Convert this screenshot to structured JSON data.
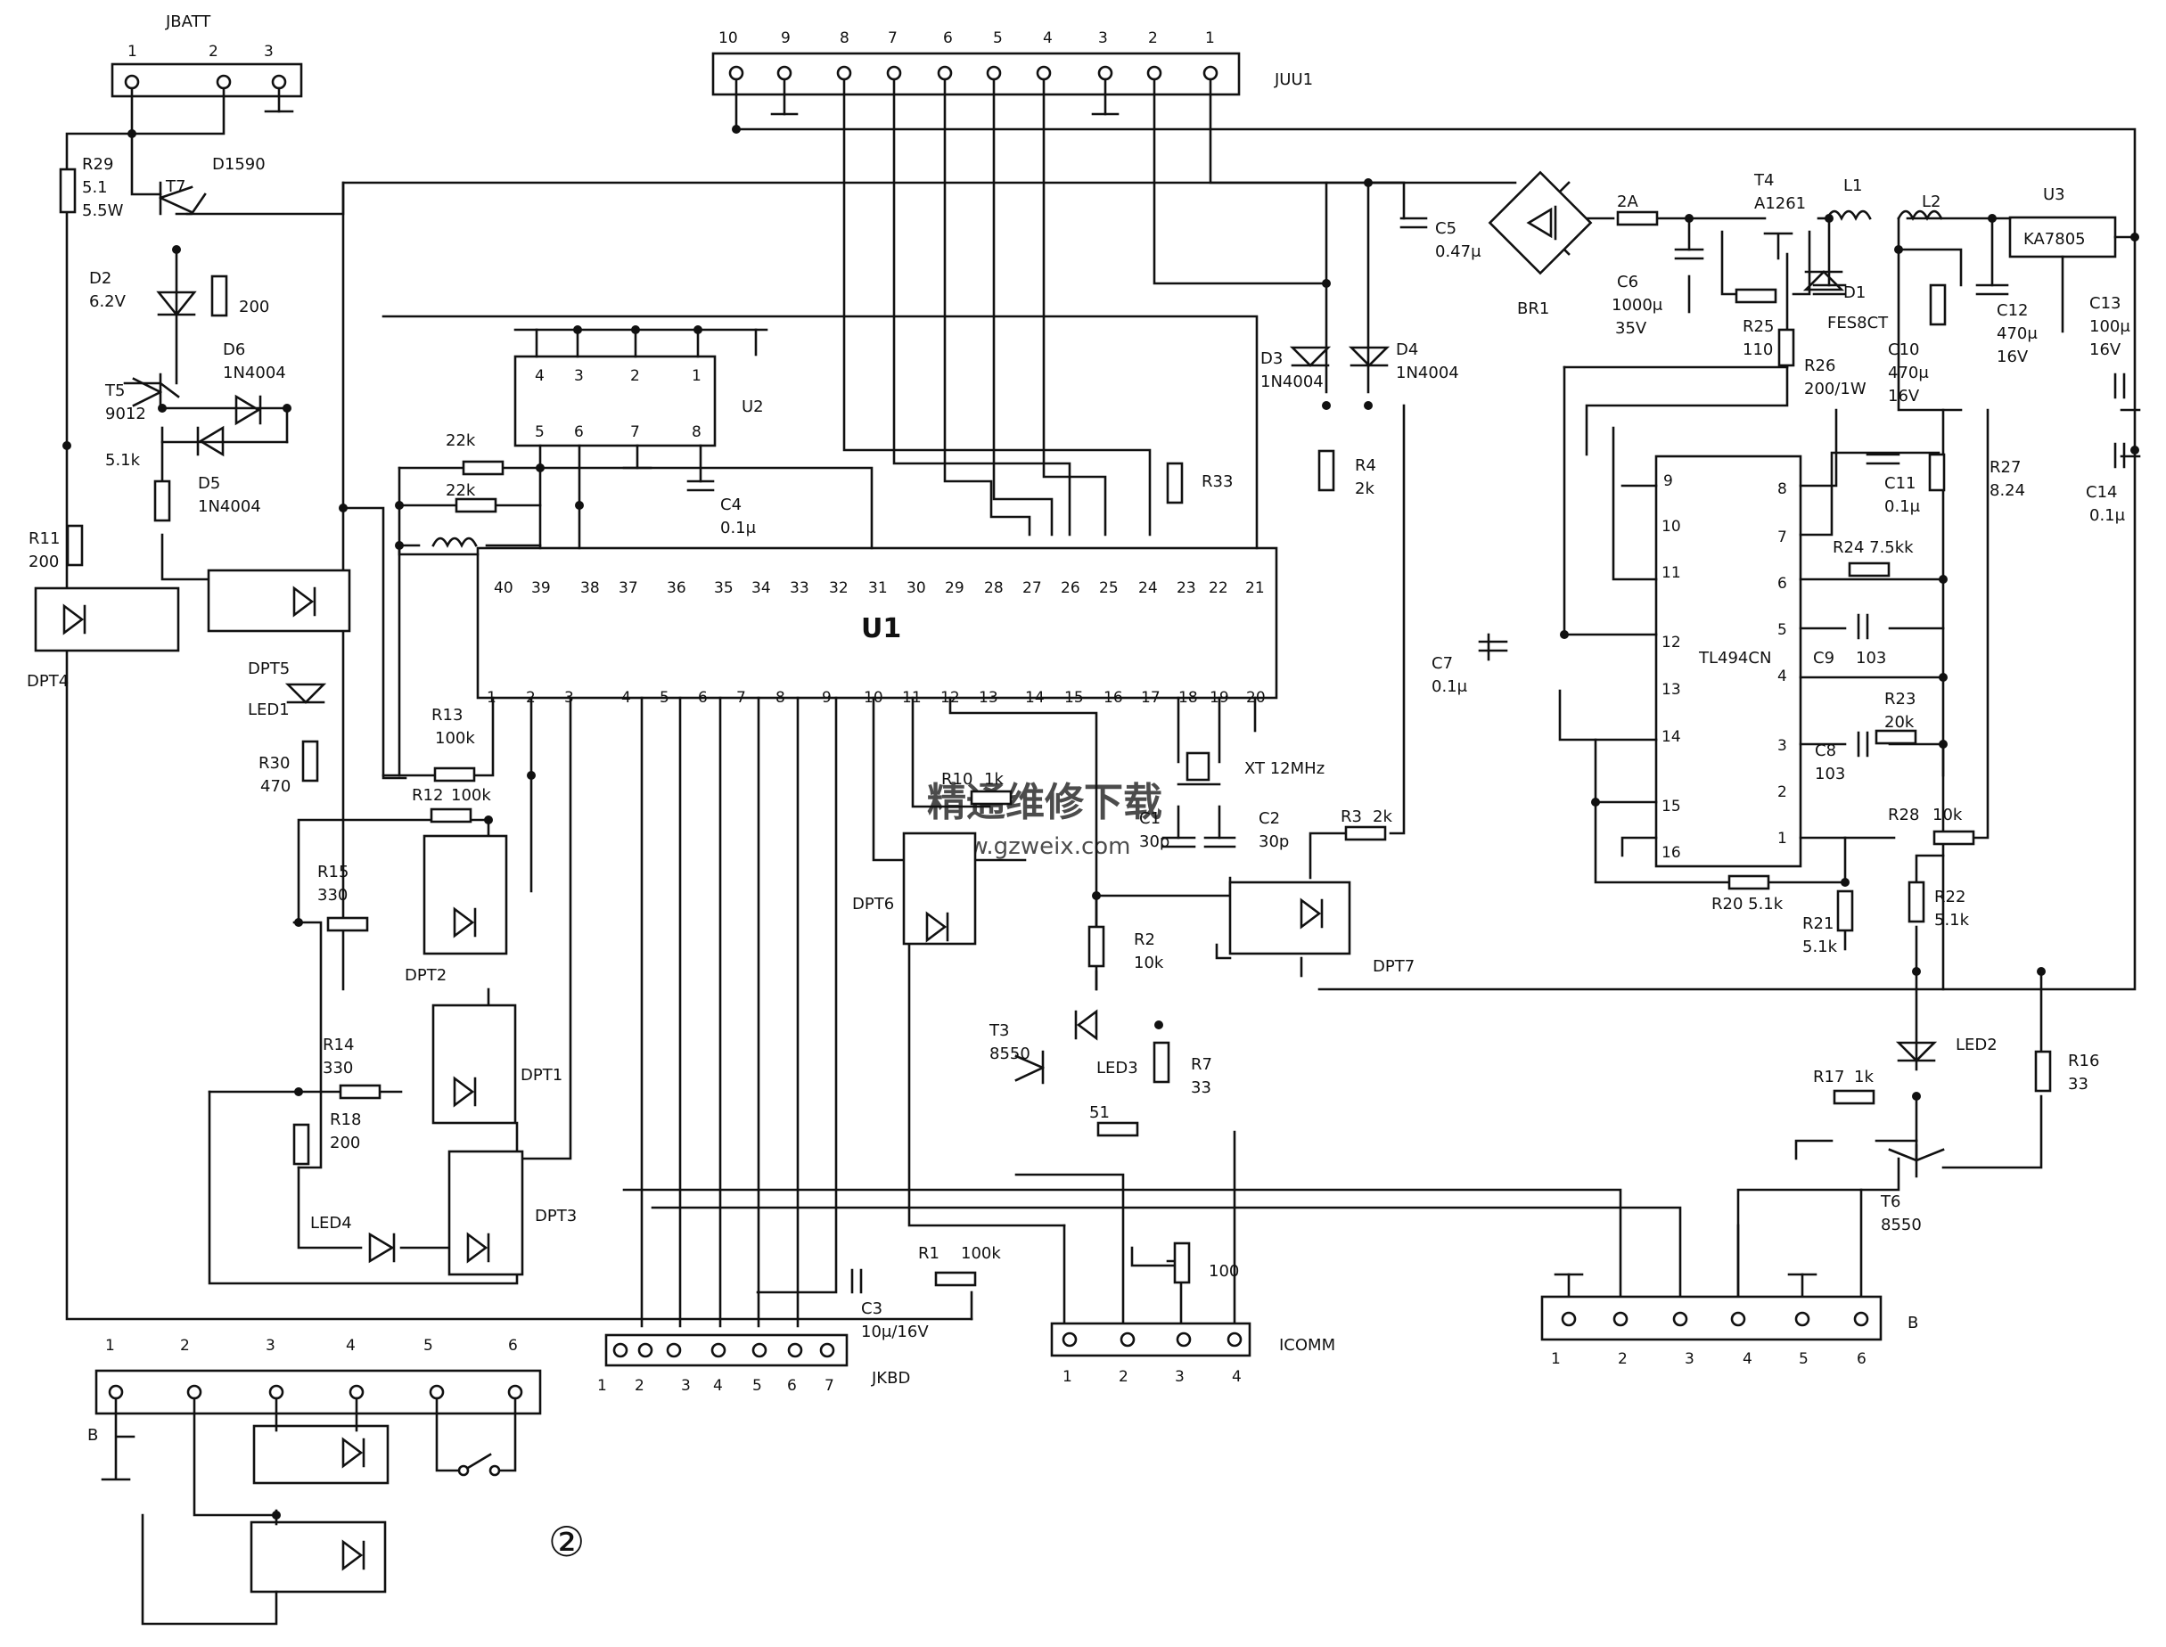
{
  "figure_number": "②",
  "watermark": {
    "text": "精通维修下载",
    "url": "www.gzweix.com"
  },
  "connectors": {
    "jbatt": {
      "name": "JBATT",
      "pins": [
        "1",
        "2",
        "3"
      ]
    },
    "juu1": {
      "name": "JUU1",
      "pins": [
        "10",
        "9",
        "8",
        "7",
        "6",
        "5",
        "4",
        "3",
        "2",
        "1"
      ]
    },
    "jkbd": {
      "name": "JKBD",
      "pins": [
        "1",
        "2",
        "3",
        "4",
        "5",
        "6",
        "7"
      ]
    },
    "icomm": {
      "name": "ICOMM",
      "pins": [
        "1",
        "2",
        "3",
        "4"
      ]
    },
    "b_right": {
      "name": "B",
      "pins": [
        "1",
        "2",
        "3",
        "4",
        "5",
        "6"
      ]
    },
    "b_left": {
      "name": "B",
      "pins": [
        "1",
        "2",
        "3",
        "4",
        "5",
        "6"
      ]
    }
  },
  "u1": {
    "name": "U1",
    "top_pins": [
      "40",
      "39",
      "38",
      "37",
      "36",
      "35",
      "34",
      "33",
      "32",
      "31",
      "30",
      "29",
      "28",
      "27",
      "26",
      "25",
      "24",
      "23",
      "22",
      "21"
    ],
    "bottom_pins": [
      "1",
      "2",
      "3",
      "4",
      "5",
      "6",
      "7",
      "8",
      "9",
      "10",
      "11",
      "12",
      "13",
      "14",
      "15",
      "16",
      "17",
      "18",
      "19",
      "20"
    ]
  },
  "u2": {
    "name": "U2",
    "top_pins": [
      "4",
      "3",
      "2",
      "1"
    ],
    "bottom_pins": [
      "5",
      "6",
      "7",
      "8"
    ]
  },
  "tl494": {
    "name": "TL494CN",
    "left_pins": [
      "9",
      "10",
      "11",
      "12",
      "13",
      "14",
      "15",
      "16"
    ],
    "right_pins": [
      "8",
      "7",
      "6",
      "5",
      "4",
      "3",
      "2",
      "1"
    ]
  },
  "u3": {
    "ref": "U3",
    "name": "KA7805"
  },
  "labels": {
    "r29": "R29",
    "r29_v1": "5.1",
    "r29_v2": "5.5W",
    "t7": "T7",
    "d1590": "D1590",
    "d2": "D2",
    "d2_v": "6.2V",
    "r200a": "200",
    "d6": "D6",
    "d6_v": "1N4004",
    "t5": "T5",
    "t5_v": "9012",
    "d5": "D5",
    "d5_v": "1N4004",
    "r5k1": "5.1k",
    "r11": "R11",
    "r11_v": "200",
    "dpt4": "DPT4",
    "dpt5": "DPT5",
    "led1": "LED1",
    "r30": "R30",
    "r30_v": "470",
    "r22k1": "22k",
    "r22k2": "22k",
    "c4": "C4",
    "c4_v": "0.1μ",
    "r13": "R13",
    "r13_v": "100k",
    "r12": "R12",
    "r12_v": "100k",
    "r15": "R15",
    "r15_v": "330",
    "dpt2": "DPT2",
    "dpt1": "DPT1",
    "dpt3": "DPT3",
    "r14": "R14",
    "r14_v": "330",
    "r18": "R18",
    "r18_v": "200",
    "led4": "LED4",
    "c3": "C3",
    "c3_v": "10μ/16V",
    "r1": "R1",
    "r1_v": "100k",
    "r10": "R10",
    "r10_v": "1k",
    "dpt6": "DPT6",
    "t3": "T3",
    "t3_v": "8550",
    "led3": "LED3",
    "r51": "51",
    "r7": "R7",
    "r7_v": "33",
    "r2": "R2",
    "r2_v": "10k",
    "r100": "100",
    "c1": "C1",
    "c1_v": "30p",
    "c2": "C2",
    "c2_v": "30p",
    "xt": "XT 12MHz",
    "r33": "R33",
    "r3": "R3",
    "r3_v": "2k",
    "dpt7": "DPT7",
    "c5": "C5",
    "c5_v": "0.47μ",
    "br1": "BR1",
    "d3": "D3",
    "d3_v": "1N4004",
    "d4": "D4",
    "d4_v": "1N4004",
    "r4": "R4",
    "r4_v": "2k",
    "c7": "C7",
    "c7_v": "0.1μ",
    "fuse": "2A",
    "c6": "C6",
    "c6_v1": "1000μ",
    "c6_v2": "35V",
    "t4": "T4",
    "t4_v": "A1261",
    "r25": "R25",
    "r25_v": "110",
    "r26": "R26",
    "r26_v": "200/1W",
    "l1": "L1",
    "l2": "L2",
    "d1": "D1",
    "d1_v": "FES8CT",
    "c10": "C10",
    "c10_v1": "470μ",
    "c10_v2": "16V",
    "c12": "C12",
    "c12_v1": "470μ",
    "c12_v2": "16V",
    "c13": "C13",
    "c13_v1": "100μ",
    "c13_v2": "16V",
    "c14": "C14",
    "c14_v": "0.1μ",
    "c11": "C11",
    "c11_v": "0.1μ",
    "r27": "R27",
    "r27_v": "8.24",
    "r24": "R24 7.5kk",
    "c9": "C9",
    "c9_v": "103",
    "r23": "R23",
    "r23_v": "20k",
    "c8": "C8",
    "c8_v": "103",
    "r28": "R28",
    "r28_v": "10k",
    "r20": "R20 5.1k",
    "r21": "R21",
    "r21_v": "5.1k",
    "r22": "R22",
    "r22_v": "5.1k",
    "led2": "LED2",
    "r17": "R17",
    "r17_v": "1k",
    "r16": "R16",
    "r16_v": "33",
    "t6": "T6",
    "t6_v": "8550"
  }
}
